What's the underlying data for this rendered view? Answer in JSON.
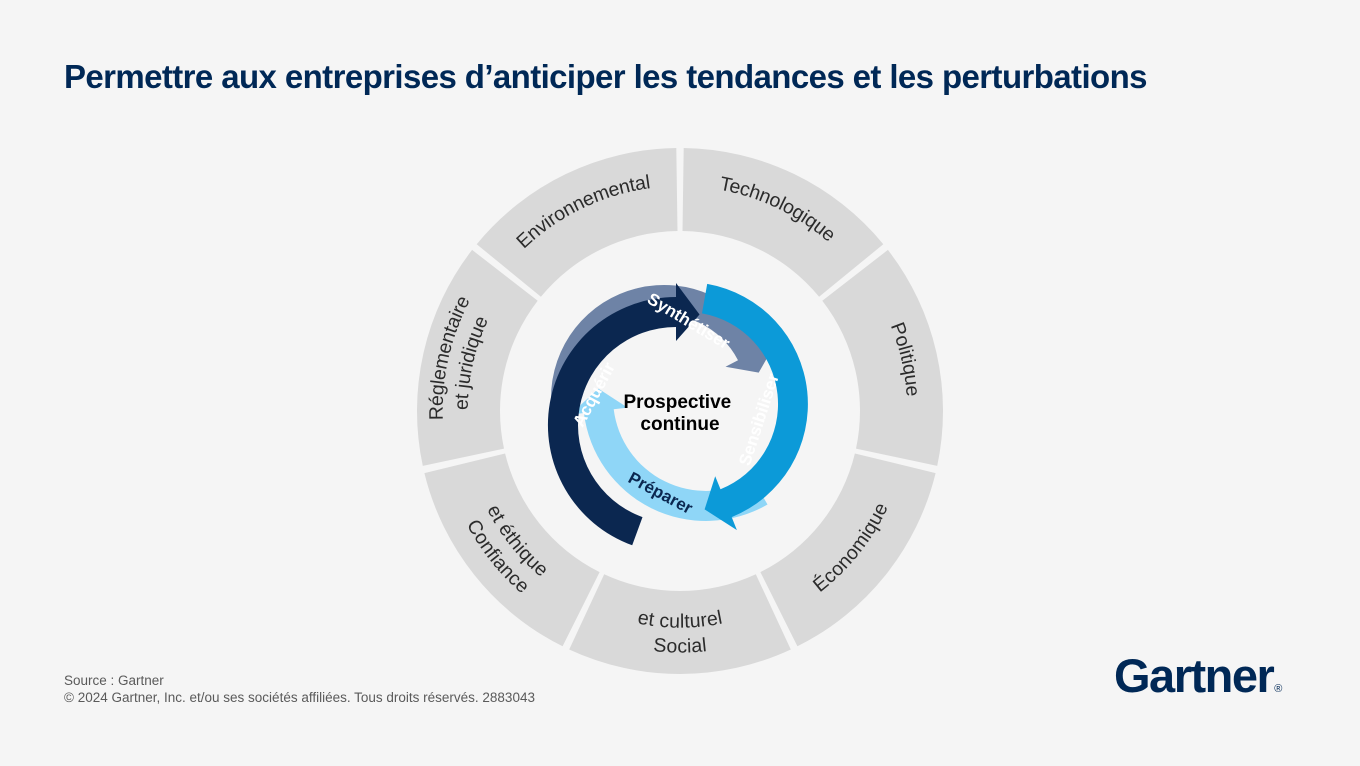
{
  "title": "Permettre aux entreprises d’anticiper les tendances et les perturbations",
  "colors": {
    "navy": "#002856",
    "segment": "#d9d9d9",
    "synthetiser": "#6e83a6",
    "sensibiliser": "#0c9ad8",
    "preparer": "#8fd6f7",
    "acquerir": "#0b2750"
  },
  "segments": [
    {
      "name": "Technologique",
      "lines": [
        "Technologique"
      ]
    },
    {
      "name": "Politique",
      "lines": [
        "Politique"
      ]
    },
    {
      "name": "Économique",
      "lines": [
        "Économique"
      ]
    },
    {
      "name": "Social et culturel",
      "lines": [
        "Social",
        "et culturel"
      ]
    },
    {
      "name": "Confiance et éthique",
      "lines": [
        "Confiance",
        "et éthique"
      ]
    },
    {
      "name": "Réglementaire et juridique",
      "lines": [
        "Réglementaire",
        "et juridique"
      ]
    },
    {
      "name": "Environnemental",
      "lines": [
        "Environnemental"
      ]
    }
  ],
  "cycle": {
    "center_lines": [
      "Prospective",
      "continue"
    ],
    "steps": [
      {
        "name": "Synthétiser",
        "label": "Synthétiser"
      },
      {
        "name": "Sensibiliser",
        "label": "Sensibiliser"
      },
      {
        "name": "Préparer",
        "label": "Préparer"
      },
      {
        "name": "Acquérir",
        "label": "Acquérir"
      }
    ]
  },
  "footer": {
    "source": "Source : Gartner",
    "copyright": "© 2024 Gartner, Inc. et/ou ses sociétés affiliées. Tous droits réservés. 2883043"
  },
  "logo": {
    "text": "Gartner",
    "mark": "®"
  }
}
